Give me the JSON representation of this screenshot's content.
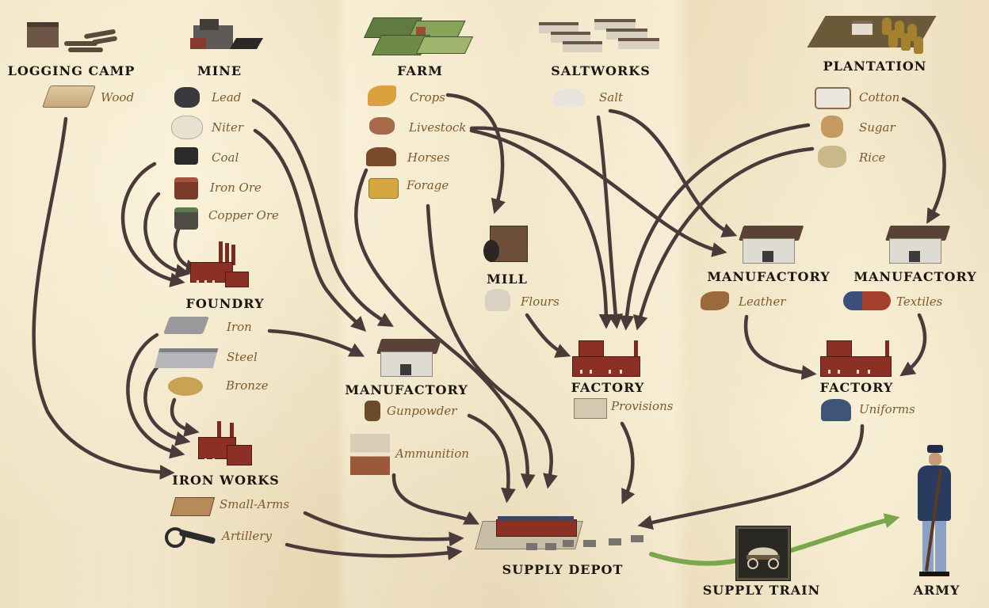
{
  "nodes": {
    "logging_camp": "LOGGING CAMP",
    "mine": "MINE",
    "farm": "FARM",
    "saltworks": "SALTWORKS",
    "plantation": "PLANTATION",
    "foundry": "FOUNDRY",
    "iron_works": "IRON WORKS",
    "mill": "MILL",
    "manufactory_gunpowder": "MANUFACTORY",
    "manufactory_leather": "MANUFACTORY",
    "manufactory_textiles": "MANUFACTORY",
    "factory_provisions": "FACTORY",
    "factory_uniforms": "FACTORY",
    "supply_depot": "SUPPLY DEPOT",
    "supply_train": "SUPPLY TRAIN",
    "army": "ARMY"
  },
  "resources": {
    "wood": "Wood",
    "lead": "Lead",
    "niter": "Niter",
    "coal": "Coal",
    "iron_ore": "Iron Ore",
    "copper_ore": "Copper Ore",
    "crops": "Crops",
    "livestock": "Livestock",
    "horses": "Horses",
    "forage": "Forage",
    "salt": "Salt",
    "cotton": "Cotton",
    "sugar": "Sugar",
    "rice": "Rice",
    "iron": "Iron",
    "steel": "Steel",
    "bronze": "Bronze",
    "flours": "Flours",
    "leather": "Leather",
    "textiles": "Textiles",
    "gunpowder": "Gunpowder",
    "ammunition": "Ammunition",
    "provisions": "Provisions",
    "uniforms": "Uniforms",
    "small_arms": "Small-Arms",
    "artillery": "Artillery"
  },
  "icons": {
    "logging_camp": "logging-camp-icon",
    "mine": "mine-icon",
    "farm": "farm-icon",
    "saltworks": "saltworks-icon",
    "plantation": "plantation-icon",
    "foundry": "foundry-icon",
    "iron_works": "iron-works-icon",
    "mill": "mill-icon",
    "manufactory": "manufactory-icon",
    "factory": "factory-icon",
    "supply_depot": "supply-depot-icon",
    "supply_train": "covered-wagon-icon",
    "army": "soldier-icon"
  },
  "colors": {
    "arrow": "#4a3a3a",
    "supply_arrow": "#7aa64c",
    "node_text": "#1b1611",
    "resource_text": "#7d5a2c"
  }
}
